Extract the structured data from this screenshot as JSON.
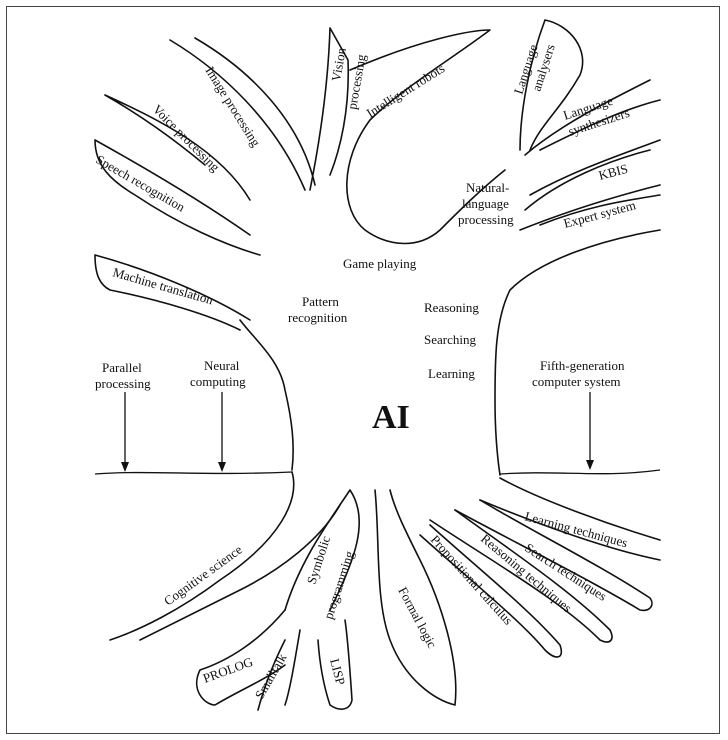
{
  "center": "AI",
  "branches": {
    "image_processing": "Image processing",
    "voice_processing": "Voice processing",
    "speech_recognition": "Speech recognition",
    "vision_processing_1": "Vision",
    "vision_processing_2": "processing",
    "intelligent_robots": "Intelligent robots",
    "language_analysers_1": "Language",
    "language_analysers_2": "analysers",
    "language_synthesizers_1": "Language",
    "language_synthesizers_2": "synthesizers",
    "natural_language_1": "Natural-",
    "natural_language_2": "language",
    "natural_language_3": "processing",
    "kbis": "KBIS",
    "expert_system": "Expert system",
    "machine_translation": "Machine translation",
    "game_playing": "Game playing"
  },
  "trunk": {
    "pattern_recognition_1": "Pattern",
    "pattern_recognition_2": "recognition",
    "reasoning": "Reasoning",
    "searching": "Searching",
    "learning": "Learning",
    "parallel_processing_1": "Parallel",
    "parallel_processing_2": "processing",
    "neural_computing_1": "Neural",
    "neural_computing_2": "computing",
    "fifth_generation_1": "Fifth-generation",
    "fifth_generation_2": "computer system"
  },
  "roots": {
    "cognitive_science": "Cognitive science",
    "symbolic_programming_1": "Symbolic",
    "symbolic_programming_2": "programming",
    "prolog": "PROLOG",
    "smalltalk": "Smalltalk",
    "lisp": "LISP",
    "formal_logic": "Formal logic",
    "propositional_calculus": "Propositional calculus",
    "reasoning_techniques": "Reasoning techniques",
    "search_techniques": "Search techniques",
    "learning_techniques": "Learning techniques"
  }
}
